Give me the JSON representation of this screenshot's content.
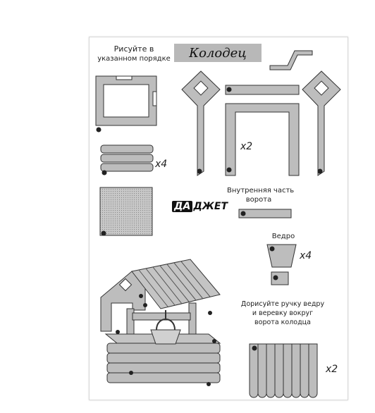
{
  "sheet": {
    "instruction": [
      "Рисуйте в",
      "указанном порядке"
    ],
    "title": "Колодец",
    "multiplier_slats": "x4",
    "multiplier_posts": "x2",
    "inner_gate_label": [
      "Внутренняя часть",
      "ворота"
    ],
    "bucket_label": "Ведро",
    "multiplier_bucket": "x4",
    "finish_instruction": [
      "Дорисуйте ручку ведру",
      "и веревку вокруг",
      "ворота колодца"
    ],
    "multiplier_roof": "x2",
    "logo_a": "ДА",
    "logo_b": "ДЖЕТ"
  },
  "colors": {
    "part_fill": "#bdbdbd",
    "part_stroke": "#333333",
    "dot": "#222222"
  }
}
